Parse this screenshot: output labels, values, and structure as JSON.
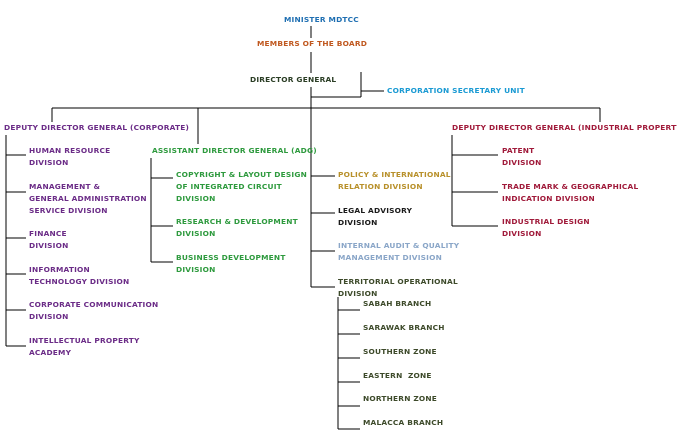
{
  "colors": {
    "blue": "#1f6fb2",
    "orange": "#c0581f",
    "darkgreen": "#2a3d24",
    "cyan": "#1a9ad3",
    "purple": "#6b2c87",
    "green": "#2e9a3e",
    "maroon": "#a01a3a",
    "gold": "#b8902a",
    "black": "#1a1a1a",
    "lightblue": "#8aa6c8",
    "olive": "#3d4a2a"
  },
  "top": {
    "minister": "MINISTER MDTCC",
    "board": "MEMBERS OF THE BOARD",
    "dg": "DIRECTOR GENERAL",
    "corp_secretary": "CORPORATION SECRETARY UNIT"
  },
  "corporate": {
    "head": "DEPUTY DIRECTOR GENERAL (CORPORATE)",
    "items": [
      {
        "l1": "HUMAN RESOURCE",
        "l2": "DIVISION"
      },
      {
        "l1": "MANAGEMENT &",
        "l2": "GENERAL ADMINISTRATION",
        "l3": "SERVICE DIVISION"
      },
      {
        "l1": "FINANCE",
        "l2": "DIVISION"
      },
      {
        "l1": "INFORMATION",
        "l2": "TECHNOLOGY DIVISION"
      },
      {
        "l1": "CORPORATE COMMUNICATION",
        "l2": "DIVISION"
      },
      {
        "l1": "INTELLECTUAL PROPERTY",
        "l2": "ACADEMY"
      }
    ]
  },
  "adg": {
    "head": "ASSISTANT DIRECTOR GENERAL (ADG)",
    "items": [
      {
        "l1": "COPYRIGHT & LAYOUT DESIGN",
        "l2": "OF INTEGRATED CIRCUIT",
        "l3": "DIVISION"
      },
      {
        "l1": "RESEARCH & DEVELOPMENT",
        "l2": "DIVISION"
      },
      {
        "l1": "BUSINESS DEVELOPMENT",
        "l2": "DIVISION"
      }
    ]
  },
  "center": {
    "policy": {
      "l1": "POLICY & INTERNATIONAL",
      "l2": "RELATION DIVISION"
    },
    "legal": {
      "l1": "LEGAL ADVISORY",
      "l2": "DIVISION"
    },
    "audit": {
      "l1": "INTERNAL AUDIT & QUALITY",
      "l2": "MANAGEMENT DIVISION"
    },
    "territorial": {
      "l1": "TERRITORIAL OPERATIONAL",
      "l2": "DIVISION"
    },
    "branches": [
      "SABAH BRANCH",
      "SARAWAK BRANCH",
      "SOUTHERN ZONE",
      "EASTERN  ZONE",
      "NORTHERN ZONE",
      "MALACCA BRANCH"
    ]
  },
  "industrial": {
    "head": "DEPUTY DIRECTOR GENERAL (INDUSTRIAL PROPERTY)",
    "items": [
      {
        "l1": "PATENT",
        "l2": "DIVISION"
      },
      {
        "l1": "TRADE MARK & GEOGRAPHICAL",
        "l2": "INDICATION DIVISION"
      },
      {
        "l1": "INDUSTRIAL DESIGN",
        "l2": "DIVISION"
      }
    ]
  }
}
